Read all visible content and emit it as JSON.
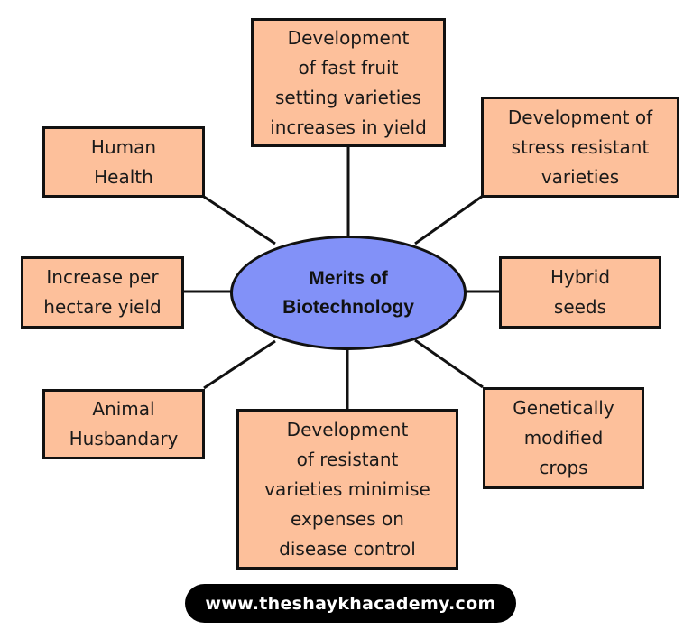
{
  "diagram": {
    "title": "Merits of Biotechnology",
    "center": {
      "label": "Merits of\nBiotechnology",
      "fill": "#8291f8"
    },
    "node_fill": "#fdc09b",
    "nodes": [
      {
        "id": "fast-fruit",
        "label": "Development\nof fast fruit\nsetting varieties\nincreases in yield"
      },
      {
        "id": "stress-resistant",
        "label": "Development of\nstress resistant\nvarieties"
      },
      {
        "id": "hybrid-seeds",
        "label": "Hybrid\nseeds"
      },
      {
        "id": "gm-crops",
        "label": "Genetically\nmodified\ncrops"
      },
      {
        "id": "resistant-varieties",
        "label": "Development\nof resistant\nvarieties minimise\nexpenses on\ndisease control"
      },
      {
        "id": "animal-husbandary",
        "label": "Animal\nHusbandary"
      },
      {
        "id": "per-hectare-yield",
        "label": "Increase per\nhectare yield"
      },
      {
        "id": "human-health",
        "label": "Human\nHealth"
      }
    ]
  },
  "footer": {
    "url": "www.theshaykhacademy.com"
  }
}
